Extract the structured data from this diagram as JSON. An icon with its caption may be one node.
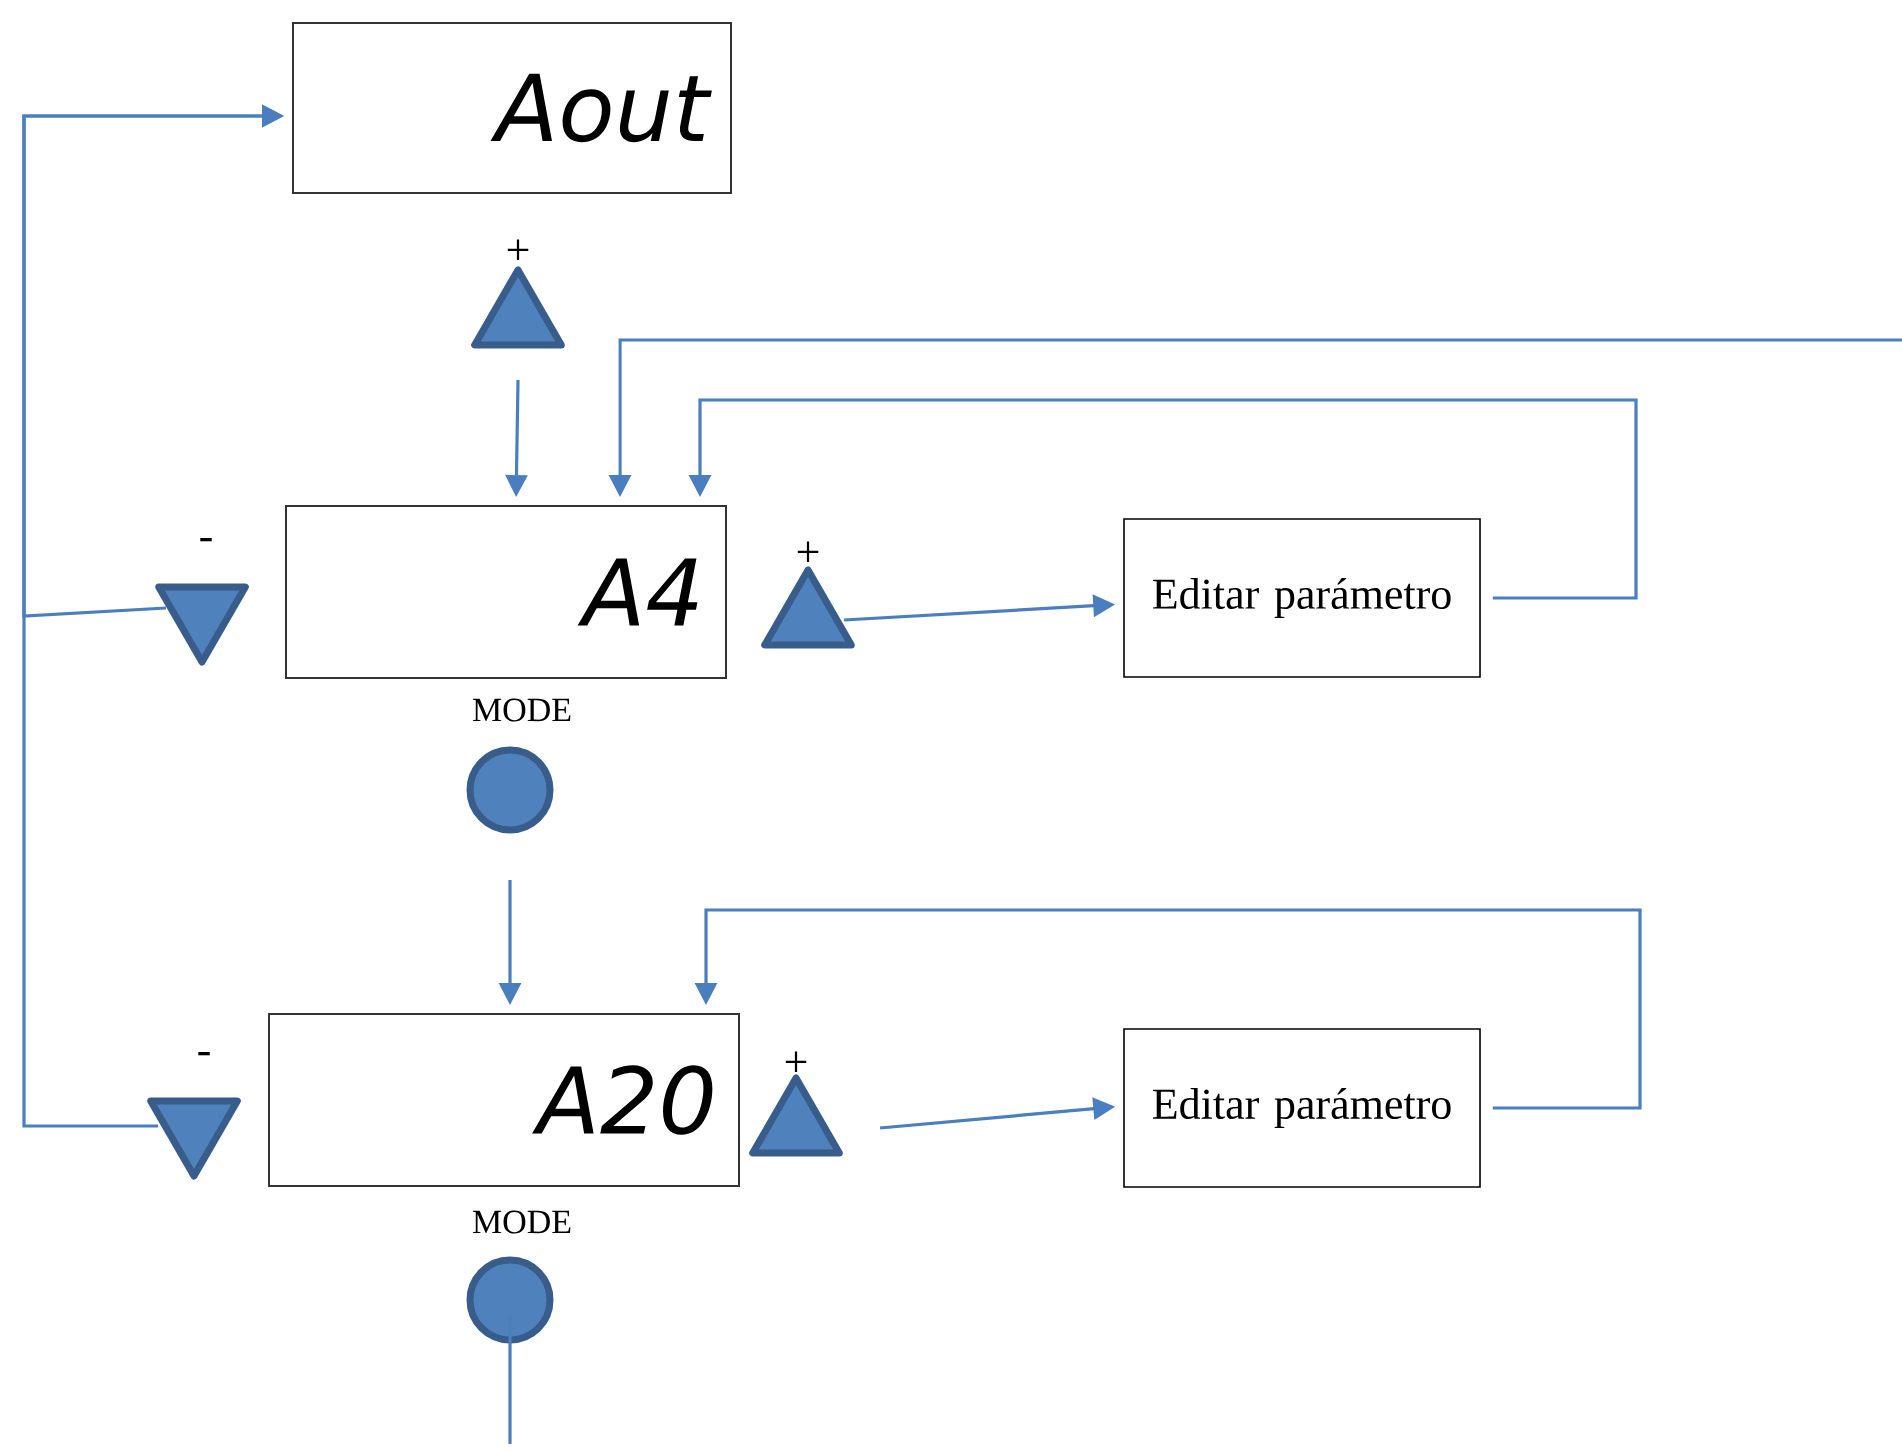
{
  "diagram": {
    "nodes": [
      {
        "text": [
          "Aout"
        ]
      },
      {
        "text": [],
        "shape": "triangle",
        "beside": [
          "+"
        ]
      },
      {
        "text": [],
        "shape": "triangle",
        "beside": [
          "-"
        ]
      },
      {
        "text": [
          "A4"
        ]
      },
      {
        "text": [],
        "shape": "triangle",
        "beside": [
          "+"
        ]
      },
      {
        "text": [
          "Editar parámetro"
        ]
      },
      {
        "text": [],
        "shape": "circle",
        "beside": [
          "MODE"
        ]
      },
      {
        "text": [],
        "shape": "triangle",
        "beside": [
          "-"
        ]
      },
      {
        "text": [
          "A20"
        ]
      },
      {
        "text": [],
        "shape": "triangle",
        "beside": [
          "+"
        ]
      },
      {
        "text": [
          "Editar parámetro"
        ]
      },
      {
        "text": [],
        "shape": "circle",
        "beside": [
          "MODE"
        ]
      }
    ],
    "edges": [
      {
        "from": 1,
        "to": 3,
        "arrow": "to"
      },
      {
        "from": null,
        "to": 3,
        "arrow": "to"
      },
      {
        "from": 5,
        "to": 3,
        "arrow": "to"
      },
      {
        "from": 4,
        "to": 5,
        "arrow": "to"
      },
      {
        "from": 6,
        "to": 8,
        "arrow": "to"
      },
      {
        "from": 10,
        "to": 8,
        "arrow": "to"
      },
      {
        "from": 9,
        "to": 10,
        "arrow": "to"
      },
      {
        "from": 2,
        "to": 0,
        "arrow": "to"
      },
      {
        "from": 7,
        "to": 0,
        "arrow": "to"
      },
      {
        "from": 11,
        "to": null,
        "arrow": "none"
      }
    ]
  }
}
